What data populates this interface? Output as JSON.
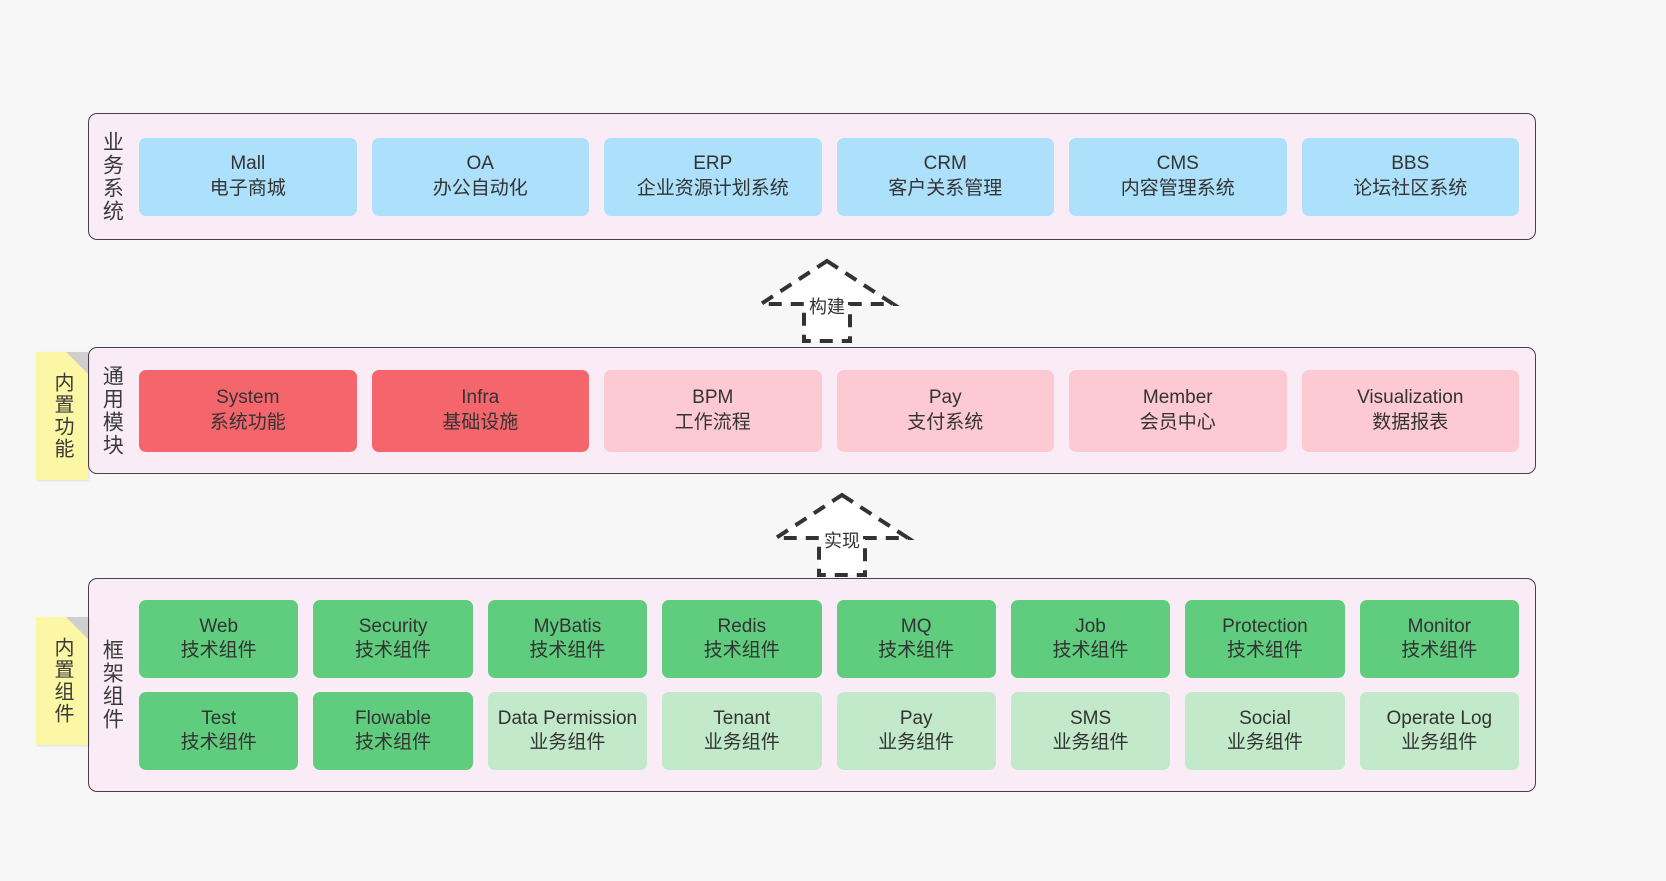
{
  "diagram": {
    "title": "ruoyi-vue-pro architecture layers",
    "background_color": "#f7f7f7",
    "panel_color": "#f9ecf6",
    "panel_border_color": "#4b3f4a",
    "note_color": "#fbf7a4"
  },
  "layers": [
    {
      "id": "business-systems",
      "title": "业务系统",
      "note": null,
      "rows": [
        {
          "cards": [
            {
              "name": "Mall",
              "desc": "电子商城",
              "style": "blue"
            },
            {
              "name": "OA",
              "desc": "办公自动化",
              "style": "blue"
            },
            {
              "name": "ERP",
              "desc": "企业资源计划系统",
              "style": "blue"
            },
            {
              "name": "CRM",
              "desc": "客户关系管理",
              "style": "blue"
            },
            {
              "name": "CMS",
              "desc": "内容管理系统",
              "style": "blue"
            },
            {
              "name": "BBS",
              "desc": "论坛社区系统",
              "style": "blue"
            }
          ]
        }
      ]
    },
    {
      "id": "common-modules",
      "title": "通用模块",
      "note": "内置功能",
      "rows": [
        {
          "cards": [
            {
              "name": "System",
              "desc": "系统功能",
              "style": "red"
            },
            {
              "name": "Infra",
              "desc": "基础设施",
              "style": "red"
            },
            {
              "name": "BPM",
              "desc": "工作流程",
              "style": "pink"
            },
            {
              "name": "Pay",
              "desc": "支付系统",
              "style": "pink"
            },
            {
              "name": "Member",
              "desc": "会员中心",
              "style": "pink"
            },
            {
              "name": "Visualization",
              "desc": "数据报表",
              "style": "pink"
            }
          ]
        }
      ]
    },
    {
      "id": "framework-components",
      "title": "框架组件",
      "note": "内置组件",
      "rows": [
        {
          "cards": [
            {
              "name": "Web",
              "desc": "技术组件",
              "style": "green"
            },
            {
              "name": "Security",
              "desc": "技术组件",
              "style": "green"
            },
            {
              "name": "MyBatis",
              "desc": "技术组件",
              "style": "green"
            },
            {
              "name": "Redis",
              "desc": "技术组件",
              "style": "green"
            },
            {
              "name": "MQ",
              "desc": "技术组件",
              "style": "green"
            },
            {
              "name": "Job",
              "desc": "技术组件",
              "style": "green"
            },
            {
              "name": "Protection",
              "desc": "技术组件",
              "style": "green"
            },
            {
              "name": "Monitor",
              "desc": "技术组件",
              "style": "green"
            }
          ]
        },
        {
          "cards": [
            {
              "name": "Test",
              "desc": "技术组件",
              "style": "green"
            },
            {
              "name": "Flowable",
              "desc": "技术组件",
              "style": "green"
            },
            {
              "name": "Data Permission",
              "desc": "业务组件",
              "style": "lgreen"
            },
            {
              "name": "Tenant",
              "desc": "业务组件",
              "style": "lgreen"
            },
            {
              "name": "Pay",
              "desc": "业务组件",
              "style": "lgreen"
            },
            {
              "name": "SMS",
              "desc": "业务组件",
              "style": "lgreen"
            },
            {
              "name": "Social",
              "desc": "业务组件",
              "style": "lgreen"
            },
            {
              "name": "Operate Log",
              "desc": "业务组件",
              "style": "lgreen"
            }
          ]
        }
      ]
    }
  ],
  "connectors": [
    {
      "id": "build-arrow",
      "label": "构建",
      "from": "common-modules",
      "to": "business-systems"
    },
    {
      "id": "implement-arrow",
      "label": "实现",
      "from": "framework-components",
      "to": "common-modules"
    }
  ]
}
